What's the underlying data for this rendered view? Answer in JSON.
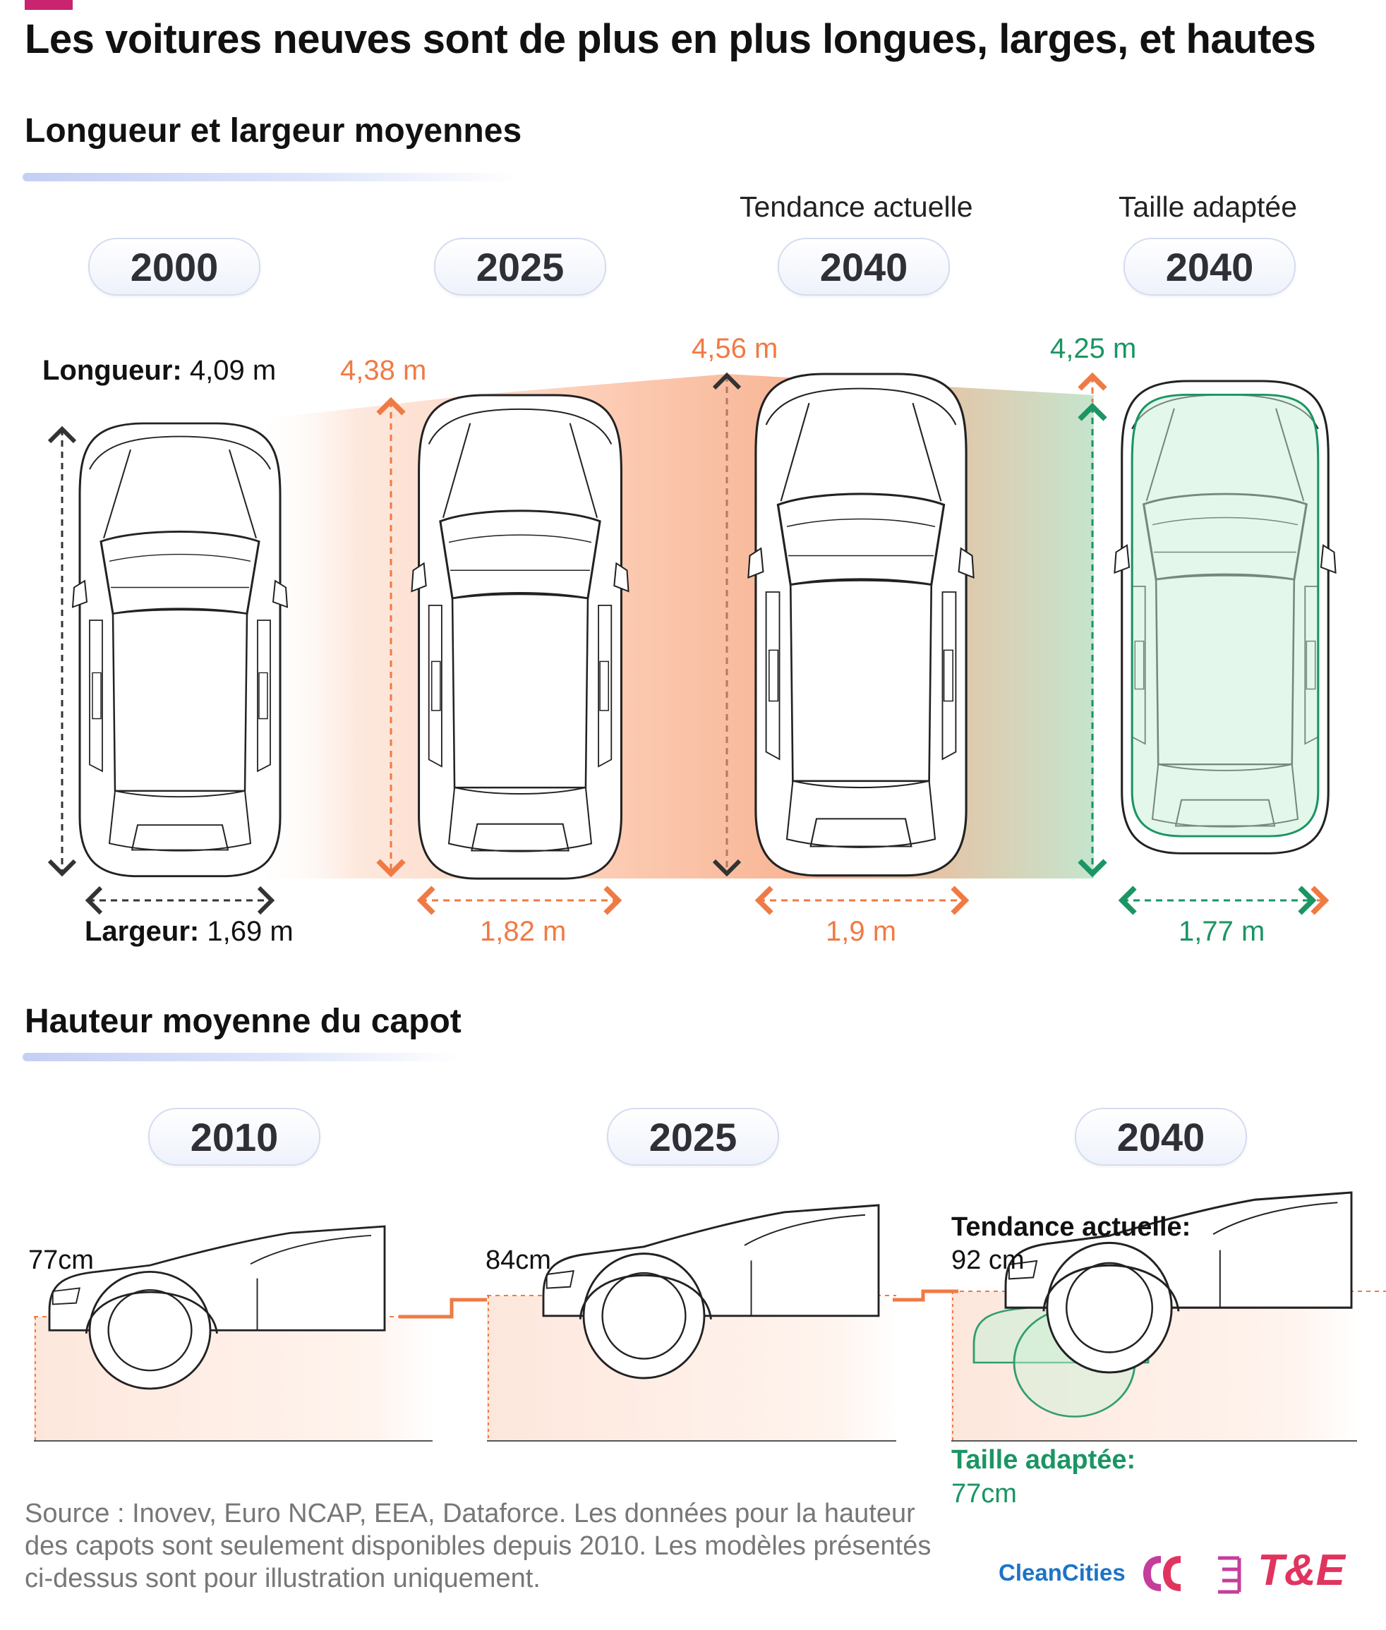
{
  "title": "Les voitures neuves sont de plus en plus longues, larges, et hautes",
  "section1": {
    "heading": "Longueur et largeur moyennes",
    "scenario_labels": [
      "Tendance actuelle",
      "Taille adaptée"
    ],
    "years": [
      "2000",
      "2025",
      "2040",
      "2040"
    ],
    "length_label": "Longueur:",
    "width_label": "Largeur:",
    "lengths": [
      "4,09 m",
      "4,38 m",
      "4,56 m",
      "4,25 m"
    ],
    "widths": [
      "1,69 m",
      "1,82 m",
      "1,9 m",
      "1,77 m"
    ]
  },
  "section2": {
    "heading": "Hauteur moyenne du capot",
    "years": [
      "2010",
      "2025",
      "2040"
    ],
    "heights": [
      "77cm",
      "84cm"
    ],
    "trend_label": "Tendance actuelle:",
    "trend_value": "92 cm",
    "adapted_label": "Taille adaptée:",
    "adapted_value": "77cm"
  },
  "source": "Source : Inovev, Euro NCAP, EEA, Dataforce. Les données pour la hauteur des capots sont seulement disponibles depuis 2010. Les modèles présentés ci-dessus sont pour illustration uniquement.",
  "logos": {
    "cleancities": "CleanCities",
    "te": "T&E"
  },
  "colors": {
    "orange": "#f07a44",
    "green": "#1a9563",
    "accent": "#c8246f"
  }
}
